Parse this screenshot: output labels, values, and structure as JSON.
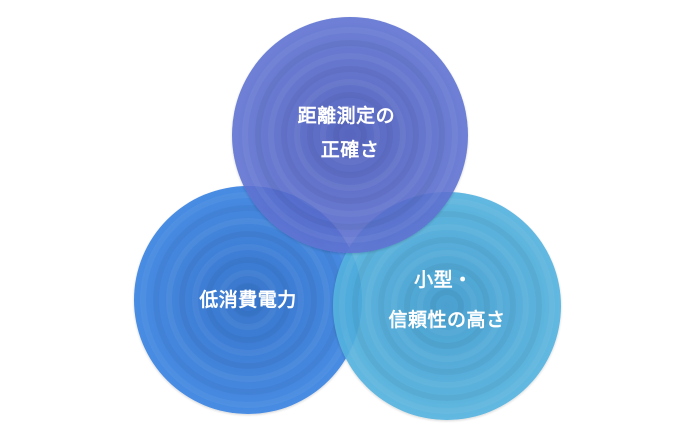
{
  "diagram": {
    "type": "venn",
    "circles": [
      {
        "id": "top",
        "label_lines": [
          "距離測定の",
          "正確さ"
        ],
        "color": "#5468c9"
      },
      {
        "id": "left",
        "label_lines": [
          "低消費電力"
        ],
        "color": "#3a7fdc"
      },
      {
        "id": "right",
        "label_lines": [
          "小型・",
          "信頼性の高さ"
        ],
        "color": "#4aa9d8"
      }
    ]
  }
}
